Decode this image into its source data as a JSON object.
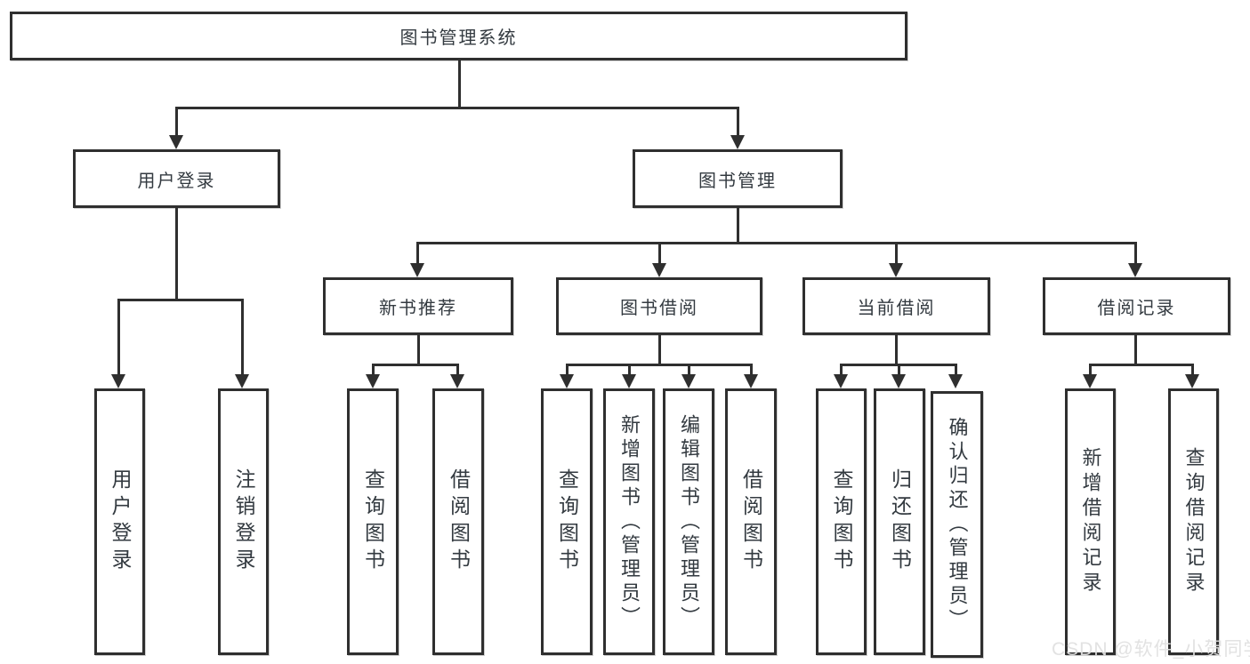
{
  "diagram": {
    "title": "图书管理系统",
    "level2": {
      "user_login": "用户登录",
      "book_management": "图书管理"
    },
    "level3": {
      "new_book_recommend": "新书推荐",
      "book_borrow": "图书借阅",
      "current_borrow": "当前借阅",
      "borrow_records": "借阅记录"
    },
    "leaves": {
      "user_login": "用户登录",
      "logout": "注销登录",
      "query_books_recommend": "查询图书",
      "borrow_books_recommend": "借阅图书",
      "query_books_borrow": "查询图书",
      "add_books_admin": "新增图书（管理员）",
      "edit_books_admin": "编辑图书（管理员）",
      "borrow_books_borrow": "借阅图书",
      "query_books_current": "查询图书",
      "return_books": "归还图书",
      "confirm_return_admin": "确认归还（管理员）",
      "add_borrow_record": "新增借阅记录",
      "query_borrow_record": "查询借阅记录"
    }
  },
  "watermark": "CSDN @软件_小贺同学",
  "colors": {
    "line": "#2f2f2f",
    "text": "#333a40",
    "background": "#ffffff",
    "watermark": "#e0e0e0"
  }
}
